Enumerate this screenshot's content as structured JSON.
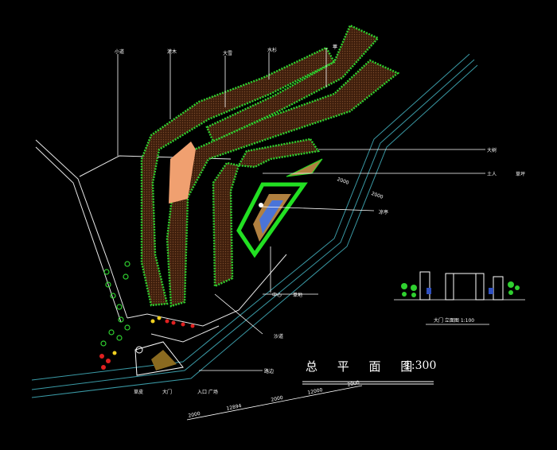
{
  "drawing": {
    "title": "总 平 面 图",
    "scale": "1:300",
    "gate_title": "大门 立面图 1:100"
  },
  "labels": {
    "path": "小道",
    "shrubs": "灌木",
    "cedar": "大雪",
    "tree": "水杉",
    "extra": "葶",
    "big_tree": "大树",
    "soil": "土人",
    "grass": "草坪",
    "pavilion": "凉亭",
    "center": "中心",
    "lawn": "草地",
    "road": "沙道",
    "side_road": "路边",
    "entrance_square": "入口 广场",
    "main_gate": "大门",
    "lawn_left": "草皮"
  },
  "dimensions": {
    "d1": "2000",
    "d2": "12894",
    "d3": "2000",
    "d4": "12000",
    "d5": "2000",
    "d6": "2000",
    "d7": "2000"
  },
  "colors": {
    "background": "#000000",
    "bed": "#4a2410",
    "hedge": "#2fd02f",
    "path": "#ffffff",
    "road": "#3a9aa6",
    "plaza": "#f0a070",
    "lawn_edge": "#22e022",
    "water": "#4a74d8"
  }
}
